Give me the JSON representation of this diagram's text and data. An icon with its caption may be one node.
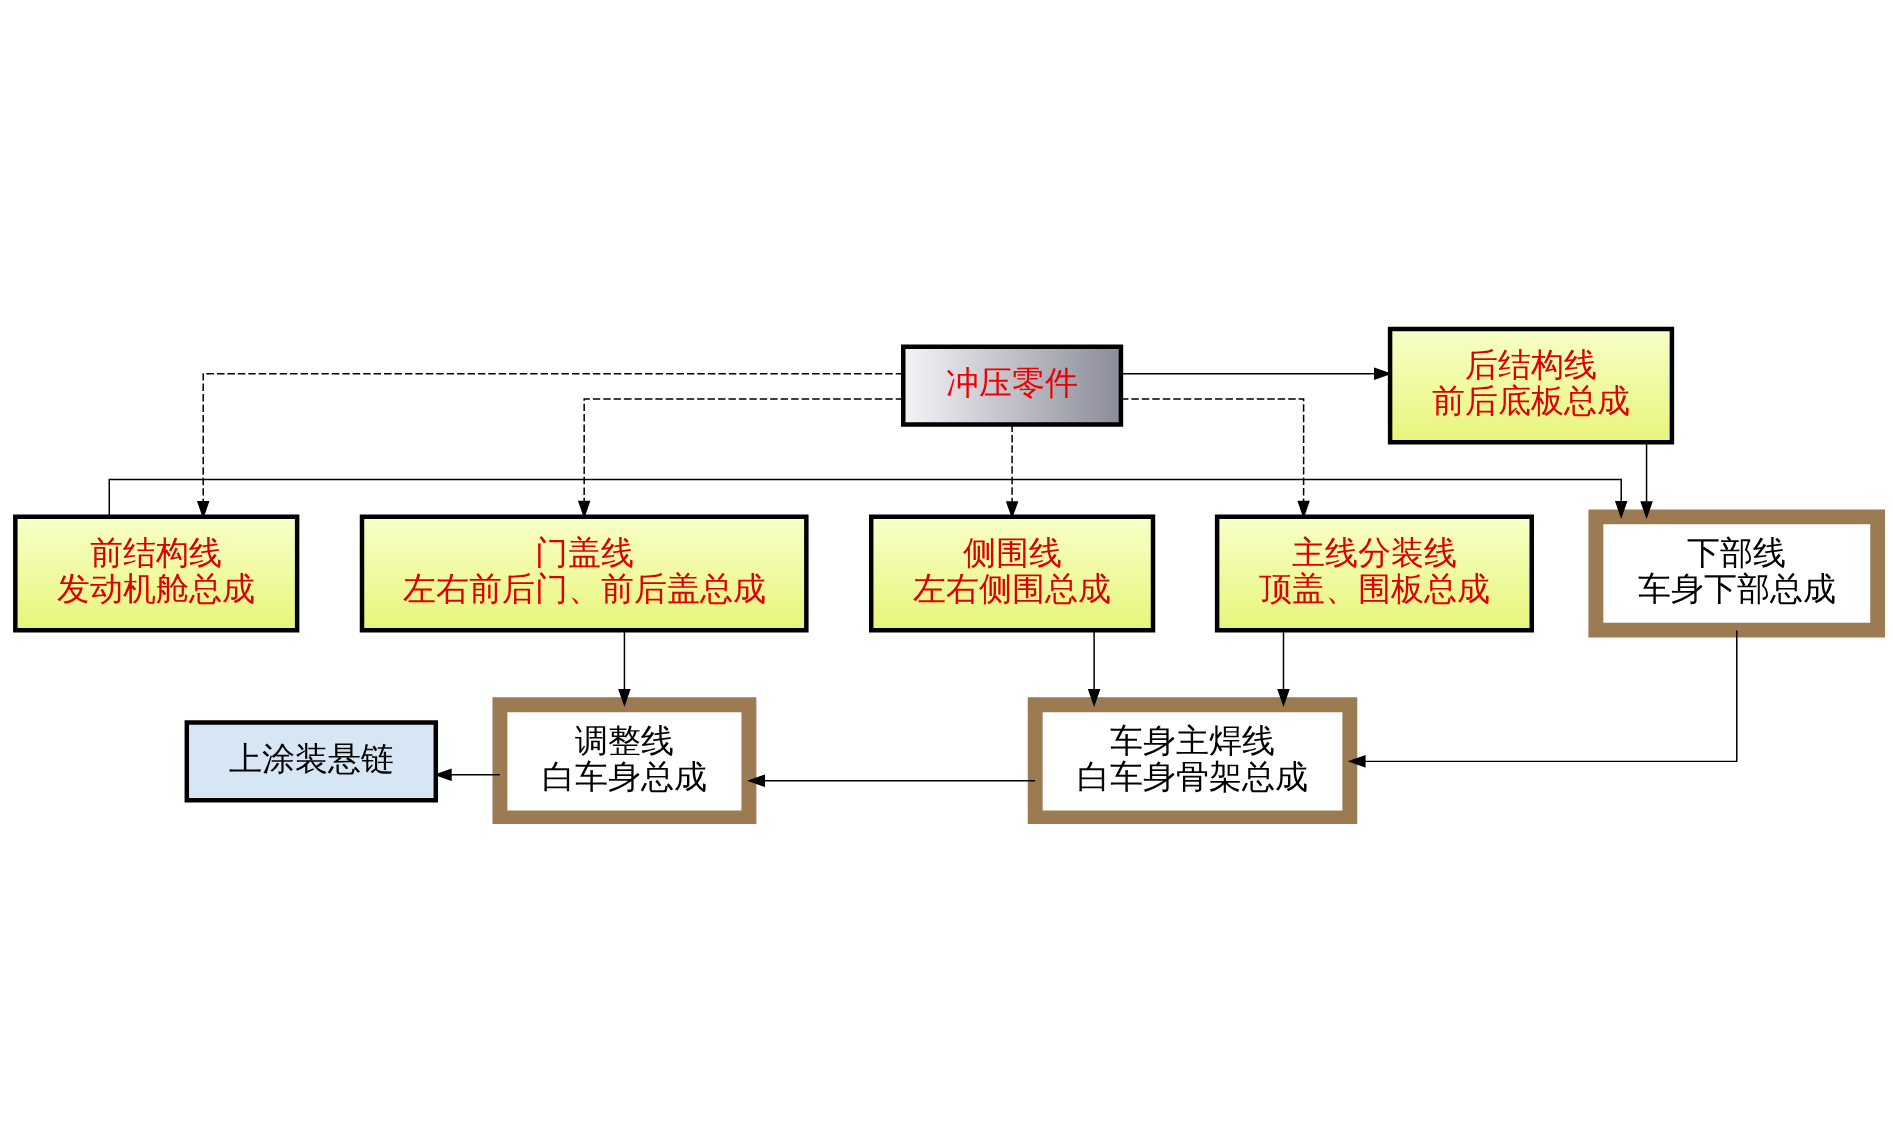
{
  "diagram": {
    "nodes": [
      {
        "text": [
          "冲压零件"
        ]
      },
      {
        "text": [
          "后结构线",
          "前后底板总成"
        ]
      },
      {
        "text": [
          "前结构线",
          "发动机舱总成"
        ]
      },
      {
        "text": [
          "下部线",
          "车身下部总成"
        ]
      },
      {
        "text": [
          "上涂装悬链"
        ]
      },
      {
        "text": [
          "调整线",
          "白车身总成"
        ]
      },
      {
        "text": [
          "车身主焊线",
          "白车身骨架总成"
        ]
      },
      {
        "text": [
          "门盖线",
          "左右前后门、前后盖总成"
        ]
      },
      {
        "text": [
          "侧围线",
          "左右侧围总成"
        ]
      },
      {
        "text": [
          "主线分装线",
          "顶盖、围板总成"
        ]
      }
    ],
    "edges": [
      {
        "from": 0,
        "to": 1,
        "arrow": "to"
      },
      {
        "from": 0,
        "to": 2,
        "arrow": "to",
        "style": "dashed"
      },
      {
        "from": 1,
        "to": 3,
        "arrow": "to"
      },
      {
        "from": 2,
        "to": 3,
        "arrow": "to"
      },
      {
        "from": 3,
        "to": 6,
        "arrow": "to"
      },
      {
        "from": 6,
        "to": 5,
        "arrow": "to"
      },
      {
        "from": 5,
        "to": 4,
        "arrow": "to"
      },
      {
        "from": 7,
        "to": 5,
        "arrow": "to"
      },
      {
        "from": 8,
        "to": 6,
        "arrow": "to"
      },
      {
        "from": 9,
        "to": 6,
        "arrow": "to"
      },
      {
        "from": 0,
        "to": 7,
        "arrow": "to",
        "style": "dashed"
      },
      {
        "from": 0,
        "to": 8,
        "arrow": "to",
        "style": "dashed"
      },
      {
        "from": 0,
        "to": 9,
        "arrow": "to",
        "style": "dashed"
      }
    ]
  }
}
